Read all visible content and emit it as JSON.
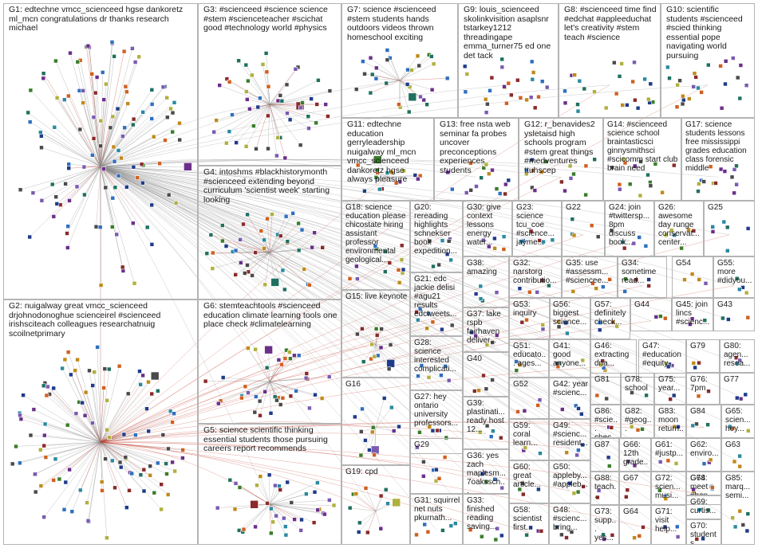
{
  "chart_data": {
    "type": "network",
    "groups": [
      {
        "id": "G1",
        "label": "G1: edtechne vmcc_scienceed hgse dankoretz ml_mcn congratulations dr thanks research michael"
      },
      {
        "id": "G2",
        "label": "G2: nuigalway great vmcc_scienceed drjohnodonoghue scienceirel #scienceed irishsciteach colleagues researchatnuig scoilnetprimary"
      },
      {
        "id": "G3",
        "label": "G3: #scienceed #science science #stem #scienceteacher #scichat good #technology world #physics"
      },
      {
        "id": "G4",
        "label": "G4: intoshms #blackhistorymonth #scienceed extending beyond curriculum 'scientist week' starting looking"
      },
      {
        "id": "G5",
        "label": "G5: science scientific thinking essential students those pursuing careers report recommends"
      },
      {
        "id": "G6",
        "label": "G6: stemteachtools #scienceed education climate learning tools one place check #climatelearning"
      },
      {
        "id": "G7",
        "label": "G7: science #scienceed #stem students hands outdoors videos thrown homeschool exciting"
      },
      {
        "id": "G8",
        "label": "G8: #scienceed time find #edchat #appleeduchat let's creativity #stem teach #science"
      },
      {
        "id": "G9",
        "label": "G9: louis_scienceed skolinkvisition asaplsnr tstarkey1212 threadingape emma_turner75 ed one det tack"
      },
      {
        "id": "G10",
        "label": "G10: scientific students #scienceed #scied thinking essential pope navigating world pursuing"
      },
      {
        "id": "G11",
        "label": "G11: edtechne education gerryleadership nuigalway ml_mcn vmcc_scienceed dankoretz hgse always pleasure"
      },
      {
        "id": "G12",
        "label": "G12: r_benavides2 ysletaisd high schools program #stem great things #medventures ttuhscep"
      },
      {
        "id": "G13",
        "label": "G13: free nsta web seminar fa probes uncover preconceptions experiences students"
      },
      {
        "id": "G14",
        "label": "G14: #scienceed science school braintasticsci ginnysmithsci #scicomm start club brain need"
      },
      {
        "id": "G15",
        "label": "G15: live keynote"
      },
      {
        "id": "G16",
        "label": "G16"
      },
      {
        "id": "G17",
        "label": "G17: science students lessons free mississippi grades education class forensic middle"
      },
      {
        "id": "G18",
        "label": "G18: science education please chicostate hiring assistant professor environmental geological..."
      },
      {
        "id": "G19",
        "label": "G19: cpd"
      },
      {
        "id": "G20",
        "label": "G20: rereading highlights schnekser book expedition..."
      },
      {
        "id": "G21",
        "label": "G21: edc jackie delisi #agu21 results edctweets..."
      },
      {
        "id": "G22",
        "label": "G22"
      },
      {
        "id": "G23",
        "label": "G23: science tcu_coe #science... jayme..."
      },
      {
        "id": "G24",
        "label": "G24: join #twittersp... 8pm discuss book..."
      },
      {
        "id": "G25",
        "label": "G25"
      },
      {
        "id": "G26",
        "label": "G26: awesome day runge conservat... center..."
      },
      {
        "id": "G27",
        "label": "G27: hey ontario university professors..."
      },
      {
        "id": "G28",
        "label": "G28: science interested complicati..."
      },
      {
        "id": "G29",
        "label": "G29"
      },
      {
        "id": "G30",
        "label": "G30: give context lessons energy water..."
      },
      {
        "id": "G31",
        "label": "G31: squirrel net nuts pkurnath..."
      },
      {
        "id": "G32",
        "label": "G32: narstorg contributio..."
      },
      {
        "id": "G33",
        "label": "G33: finished reading saving..."
      },
      {
        "id": "G34",
        "label": "G34: sometime read..."
      },
      {
        "id": "G35",
        "label": "G35: use #assessm... #sciencee..."
      },
      {
        "id": "G36",
        "label": "G36: yes zach maplesm... 7oakssch..."
      },
      {
        "id": "G37",
        "label": "G37: lake rspb fairhaven deliver..."
      },
      {
        "id": "G38",
        "label": "G38: amazing"
      },
      {
        "id": "G39",
        "label": "G39: plastinati... ready host 12..."
      },
      {
        "id": "G40",
        "label": "G40"
      },
      {
        "id": "G41",
        "label": "G41: good anyone..."
      },
      {
        "id": "G42",
        "label": "G42: year #scienc..."
      },
      {
        "id": "G43",
        "label": "G43"
      },
      {
        "id": "G44",
        "label": "G44"
      },
      {
        "id": "G45",
        "label": "G45: join lincs #scienc..."
      },
      {
        "id": "G46",
        "label": "G46: extracting dna..."
      },
      {
        "id": "G47",
        "label": "G47: #education #equity..."
      },
      {
        "id": "G48",
        "label": "G48: #scienc... bring..."
      },
      {
        "id": "G49",
        "label": "G49: #scienc... resident..."
      },
      {
        "id": "G50",
        "label": "G50: appleby... #appleb..."
      },
      {
        "id": "G51",
        "label": "G51: educato... ages..."
      },
      {
        "id": "G52",
        "label": "G52"
      },
      {
        "id": "G53",
        "label": "G53: inquiry"
      },
      {
        "id": "G54",
        "label": "G54"
      },
      {
        "id": "G55",
        "label": "G55: more #didyou..."
      },
      {
        "id": "G56",
        "label": "G56: biggest science..."
      },
      {
        "id": "G57",
        "label": "G57: definitely check..."
      },
      {
        "id": "G58",
        "label": "G58: scientist first..."
      },
      {
        "id": "G59",
        "label": "G59: coral learn..."
      },
      {
        "id": "G60",
        "label": "G60: great article..."
      },
      {
        "id": "G61",
        "label": "G61: #justp..."
      },
      {
        "id": "G62",
        "label": "G62: enviro..."
      },
      {
        "id": "G63",
        "label": "G63"
      },
      {
        "id": "G64",
        "label": "G64"
      },
      {
        "id": "G65",
        "label": "G65: scien... hey..."
      },
      {
        "id": "G66",
        "label": "G66: 12th grade..."
      },
      {
        "id": "G67",
        "label": "G67"
      },
      {
        "id": "G68",
        "label": "G68"
      },
      {
        "id": "G69",
        "label": "G69: curtis..."
      },
      {
        "id": "G70",
        "label": "G70: students..."
      },
      {
        "id": "G71",
        "label": "G71: visit help..."
      },
      {
        "id": "G72",
        "label": "G72: scien... musi..."
      },
      {
        "id": "G73",
        "label": "G73: supp... yes..."
      },
      {
        "id": "G74",
        "label": "G74: meet #ban..."
      },
      {
        "id": "G75",
        "label": "G75: year..."
      },
      {
        "id": "G76",
        "label": "G76: 7pm"
      },
      {
        "id": "G77",
        "label": "G77"
      },
      {
        "id": "G78",
        "label": "G78: school"
      },
      {
        "id": "G79",
        "label": "G79"
      },
      {
        "id": "G80",
        "label": "G80: agen... resea..."
      },
      {
        "id": "G81",
        "label": "G81"
      },
      {
        "id": "G82",
        "label": "G82: #geog..."
      },
      {
        "id": "G83",
        "label": "G83: moon return..."
      },
      {
        "id": "G84",
        "label": "G84"
      },
      {
        "id": "G85",
        "label": "G85: marq... semi..."
      },
      {
        "id": "G86",
        "label": "G86: #scie... chec..."
      },
      {
        "id": "G87",
        "label": "G87"
      },
      {
        "id": "G88",
        "label": "G88: teach..."
      }
    ],
    "colors": {
      "edge_gray": "#8c8c8c",
      "edge_red": "#c0392b",
      "box_border": "#b4b4b4",
      "label_text": "#1a1a1a",
      "node_palette": [
        "#1f3b8a",
        "#3a7d2a",
        "#6b2f8a",
        "#c08a1a",
        "#2a8aa0",
        "#8a2a2a",
        "#4a4a4a",
        "#2f6fbf",
        "#b0b040",
        "#d06020",
        "#207060",
        "#7a5ab0"
      ]
    }
  }
}
